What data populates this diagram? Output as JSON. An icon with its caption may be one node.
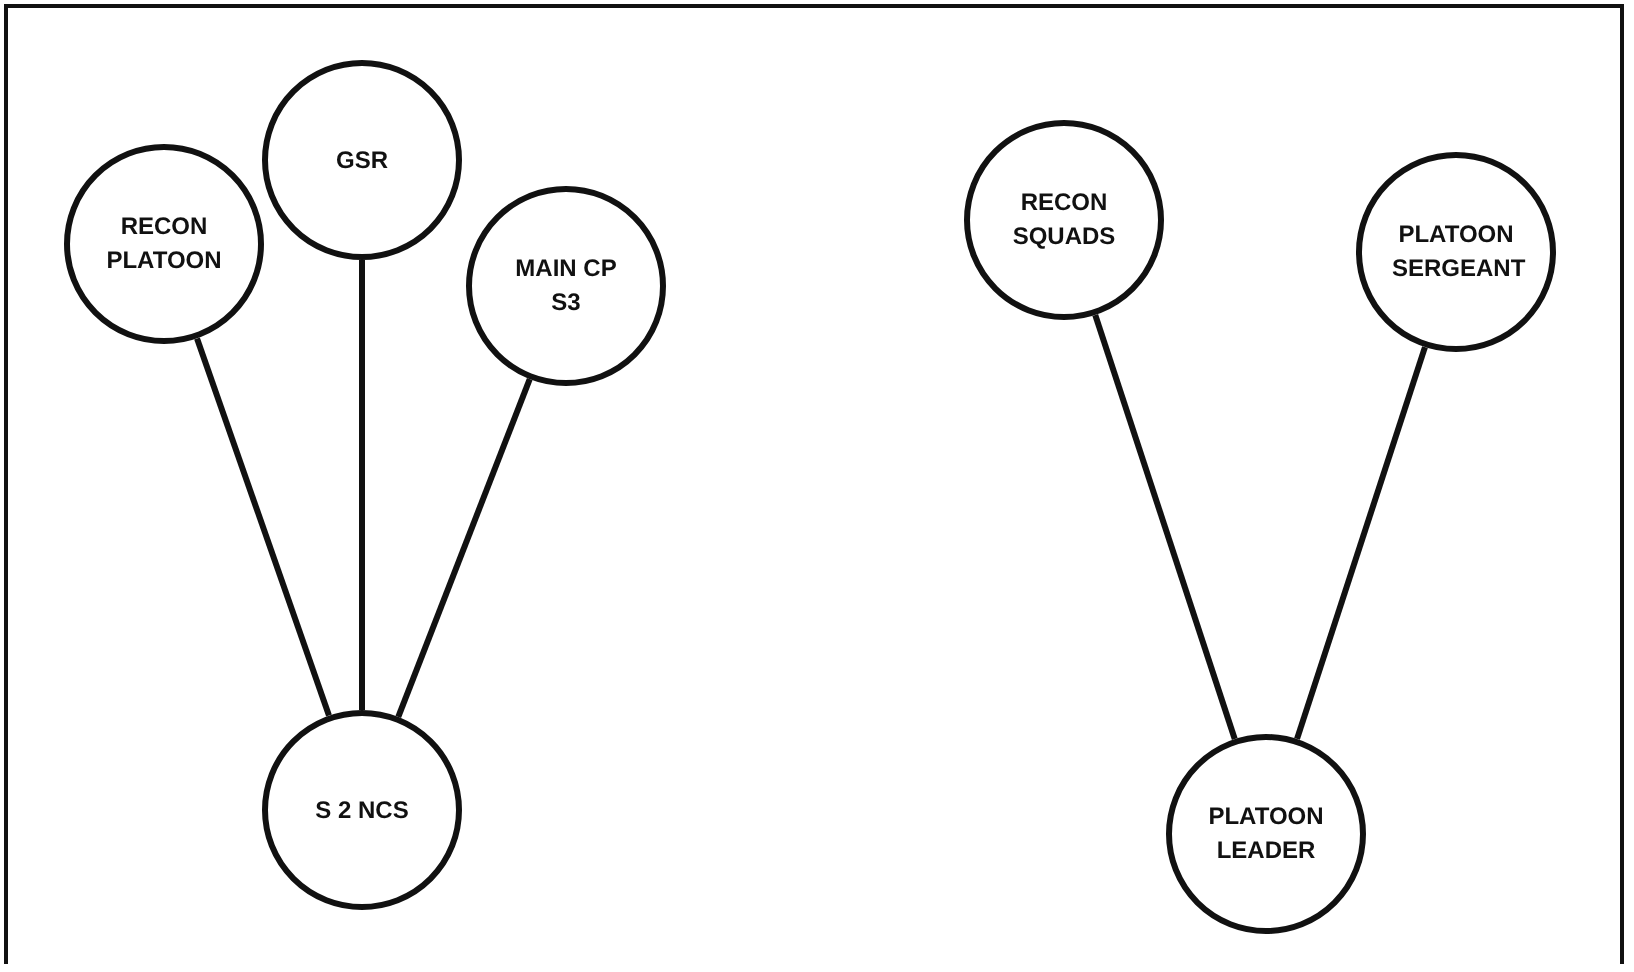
{
  "diagram": {
    "nodes": [
      {
        "text": [
          "GSR"
        ]
      },
      {
        "text": [
          "RECON PLATOON"
        ]
      },
      {
        "text": [
          "MAIN CP S3"
        ]
      },
      {
        "text": [
          "S 2 NCS"
        ]
      },
      {
        "text": [
          "RECON SQUADS"
        ]
      },
      {
        "text": [
          "PLATOON SERGEANT"
        ]
      },
      {
        "text": [
          "PLATOON LEADER"
        ]
      }
    ],
    "edges": [
      {
        "from": 1,
        "to": 3,
        "arrow": "none"
      },
      {
        "from": 0,
        "to": 3,
        "arrow": "none"
      },
      {
        "from": 2,
        "to": 3,
        "arrow": "none"
      },
      {
        "from": 4,
        "to": 6,
        "arrow": "none"
      },
      {
        "from": 5,
        "to": 6,
        "arrow": "none"
      }
    ]
  }
}
